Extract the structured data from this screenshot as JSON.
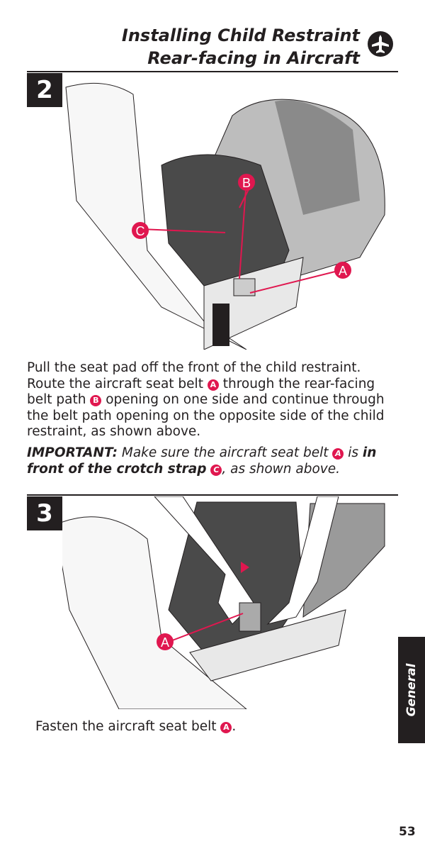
{
  "header": {
    "title_line1": "Installing Child Restraint",
    "title_line2": "Rear-facing in Aircraft",
    "icon": "airplane-icon"
  },
  "step2": {
    "number": "2",
    "callouts": [
      "A",
      "B",
      "C"
    ],
    "text": {
      "p1": "Pull the seat pad off the front of the child restraint. Route the aircraft seat belt ",
      "badge_a": "A",
      "p2": " through the rear-facing belt path ",
      "badge_b": "B",
      "p3": " opening on one side and continue through the belt path opening on the opposite side of the child restraint, as shown above."
    },
    "important": {
      "label": "IMPORTANT:",
      "t1": " Make sure the aircraft seat belt ",
      "badge_a": "A",
      "t2": " is ",
      "bold": "in front of the crotch strap",
      "badge_c": "C",
      "t3": ", as shown above."
    }
  },
  "step3": {
    "number": "3",
    "callout": "A",
    "text": "Fasten the aircraft seat belt ",
    "badge_a": "A",
    "end": "."
  },
  "side_tab": "General",
  "page_number": "53",
  "colors": {
    "accent": "#e0174f",
    "ink": "#231f20"
  }
}
